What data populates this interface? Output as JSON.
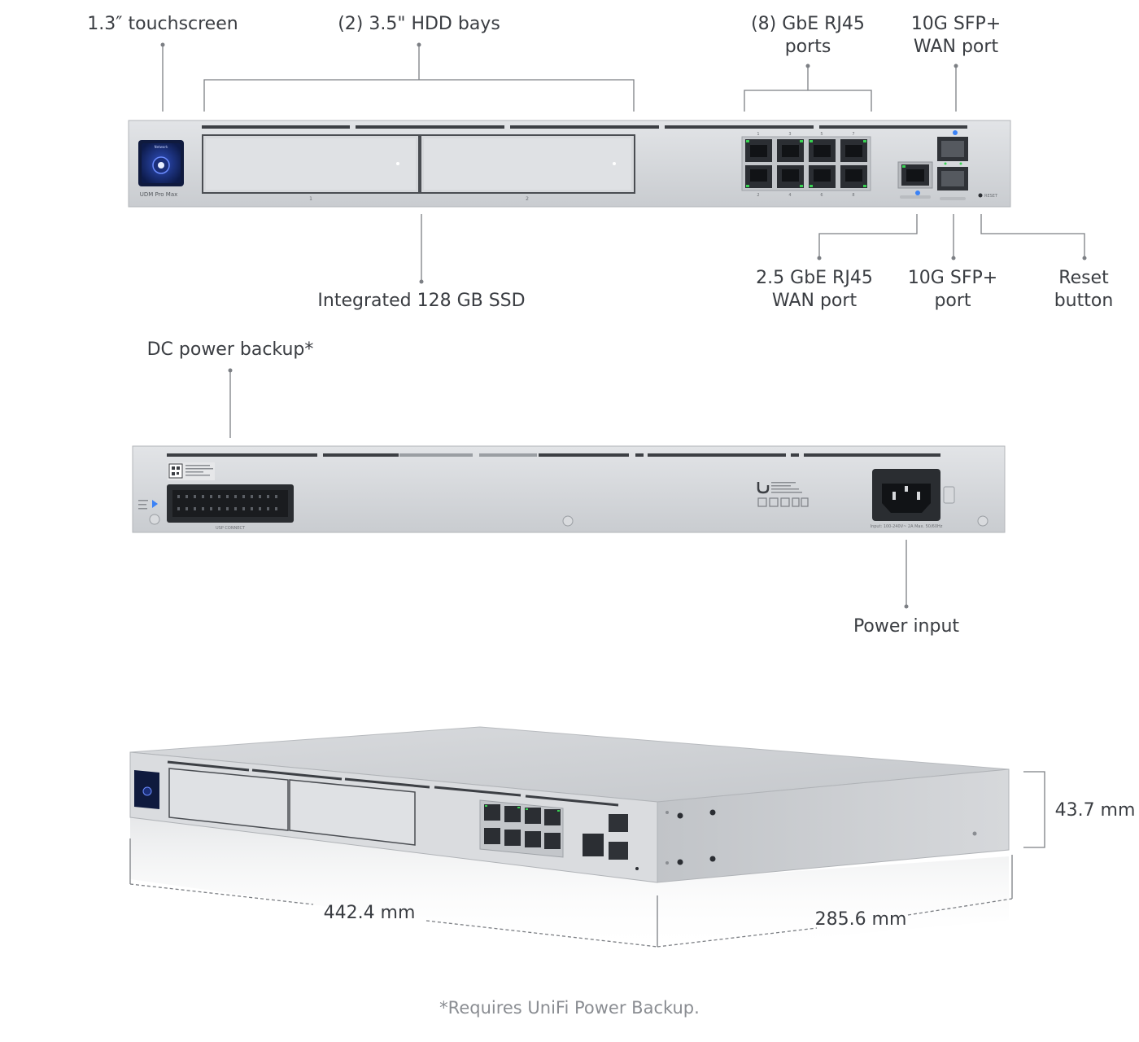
{
  "front_callouts": {
    "touchscreen": "1.3″ touchscreen",
    "hdd_bays": "(2) 3.5\" HDD bays",
    "gbe_ports_line1": "(8) GbE RJ45",
    "gbe_ports_line2": "ports",
    "sfp_wan_line1": "10G SFP+",
    "sfp_wan_line2": "WAN port",
    "ssd": "Integrated 128 GB SSD",
    "rj45_wan_line1": "2.5 GbE RJ45",
    "rj45_wan_line2": "WAN port",
    "sfp_line1": "10G SFP+",
    "sfp_line2": "port",
    "reset_line1": "Reset",
    "reset_line2": "button"
  },
  "rear_callouts": {
    "dc_backup": "DC power backup*",
    "power_input": "Power input"
  },
  "dimensions": {
    "height": "43.7 mm",
    "width": "442.4 mm",
    "depth": "285.6 mm"
  },
  "device_print": {
    "screen_title": "Network",
    "model": "UDM Pro Max",
    "bay_numbers": [
      "1",
      "2"
    ],
    "port_top_numbers": [
      "1",
      "3",
      "5",
      "7"
    ],
    "port_bottom_numbers": [
      "2",
      "4",
      "6",
      "8"
    ],
    "reset_text": "RESET",
    "usp_connect": "USP CONNECT",
    "power_rating": "Input: 100-240V~ 2A Max. 50/60Hz"
  },
  "footnote": "*Requires UniFi Power Backup.",
  "colors": {
    "chassis": "#d3d5d8",
    "chassis_dark": "#a9adb2",
    "line": "#7c7f84",
    "led_green": "#39d353",
    "screen_blue": "#1e3a8a"
  }
}
